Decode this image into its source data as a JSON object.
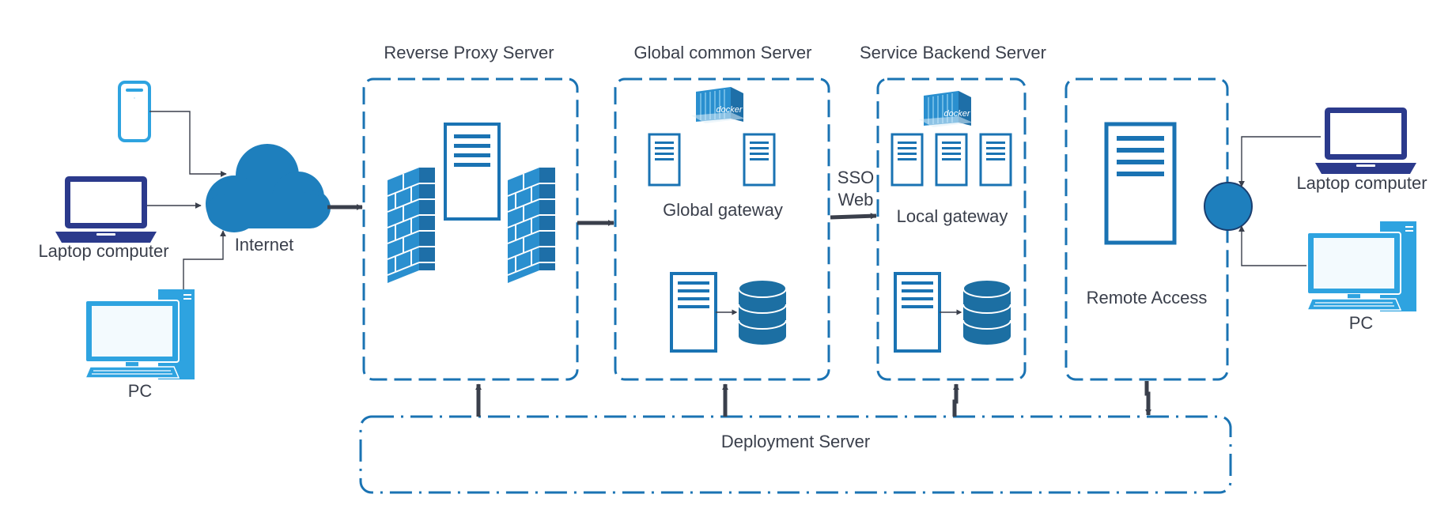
{
  "palette": {
    "frame": "#1a73b3",
    "cloud": "#1e7fbd",
    "server_stroke": "#1a73b3",
    "firewall": "#2a8fcf",
    "database": "#1c6fa3",
    "device_dark": "#2b3a8c",
    "pc": "#2ea3e0",
    "arrow": "#3a3f4b",
    "text": "#3a3f4b"
  },
  "clients_left": {
    "phone": {
      "icon": "smartphone-icon"
    },
    "laptop": {
      "icon": "laptop-icon",
      "label": "Laptop computer"
    },
    "pc": {
      "icon": "desktop-pc-icon",
      "label": "PC"
    }
  },
  "internet": {
    "icon": "cloud-icon",
    "label": "Internet"
  },
  "reverse_proxy": {
    "title": "Reverse Proxy Server",
    "icons": [
      "firewall-icon",
      "server-icon",
      "firewall-icon"
    ]
  },
  "global_common": {
    "title": "Global common Server",
    "docker_text": "docker",
    "gateway_label": "Global gateway"
  },
  "sso_link": {
    "line1": "SSO",
    "line2": "Web"
  },
  "service_backend": {
    "title": "Service Backend Server",
    "docker_text": "docker",
    "gateway_label": "Local gateway"
  },
  "remote_access": {
    "label": "Remote Access"
  },
  "clients_right": {
    "hub": {
      "icon": "network-hub-icon"
    },
    "laptop": {
      "icon": "laptop-icon",
      "label": "Laptop computer"
    },
    "pc": {
      "icon": "desktop-pc-icon",
      "label": "PC"
    }
  },
  "deployment": {
    "label": "Deployment Server"
  }
}
